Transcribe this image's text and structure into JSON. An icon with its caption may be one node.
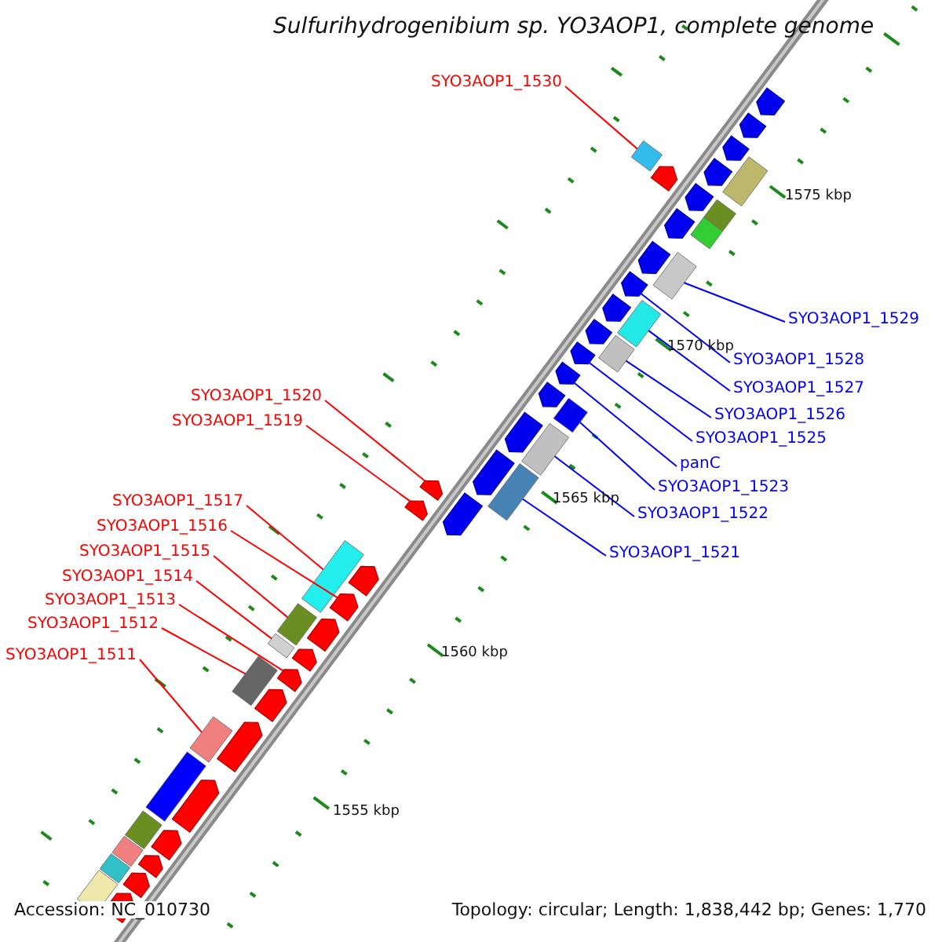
{
  "diagram": {
    "title": "Sulfurihydrogenibium sp. YO3AOP1, complete genome",
    "nodes": [
      {
        "text": [
          "SYO3AOP1_1530"
        ]
      },
      {
        "text": [
          "SYO3AOP1_1529"
        ]
      },
      {
        "text": [
          "SYO3AOP1_1528"
        ]
      },
      {
        "text": [
          "SYO3AOP1_1527"
        ]
      },
      {
        "text": [
          "SYO3AOP1_1520"
        ]
      },
      {
        "text": [
          "SYO3AOP1_1526"
        ]
      },
      {
        "text": [
          "SYO3AOP1_1519"
        ]
      },
      {
        "text": [
          "SYO3AOP1_1525"
        ]
      },
      {
        "text": [
          "panC"
        ]
      },
      {
        "text": [
          "SYO3AOP1_1523"
        ]
      },
      {
        "text": [
          "SYO3AOP1_1517"
        ]
      },
      {
        "text": [
          "SYO3AOP1_1522"
        ]
      },
      {
        "text": [
          "SYO3AOP1_1516"
        ]
      },
      {
        "text": [
          "SYO3AOP1_1515"
        ]
      },
      {
        "text": [
          "SYO3AOP1_1521"
        ]
      },
      {
        "text": [
          "SYO3AOP1_1514"
        ]
      },
      {
        "text": [
          "SYO3AOP1_1513"
        ]
      },
      {
        "text": [
          "SYO3AOP1_1512"
        ]
      },
      {
        "text": [
          "SYO3AOP1_1511"
        ]
      },
      {
        "text": [],
        "shape": "bar"
      },
      {
        "text": [],
        "shape": "bar"
      },
      {
        "text": [],
        "shape": "bar"
      },
      {
        "text": [],
        "shape": "bar"
      },
      {
        "text": [],
        "shape": "bar"
      },
      {
        "text": [],
        "shape": "bar"
      },
      {
        "text": [],
        "shape": "bar"
      },
      {
        "text": [],
        "shape": "bar"
      },
      {
        "text": [],
        "shape": "bar"
      },
      {
        "text": [],
        "shape": "bar"
      },
      {
        "text": [],
        "shape": "bar"
      },
      {
        "text": [],
        "shape": "bar"
      },
      {
        "text": [],
        "shape": "bar"
      },
      {
        "text": [],
        "shape": "bar"
      },
      {
        "text": [],
        "shape": "bar"
      },
      {
        "text": [],
        "shape": "bar"
      },
      {
        "text": [],
        "shape": "bar"
      },
      {
        "text": [],
        "shape": "bar"
      },
      {
        "text": [],
        "shape": "bar"
      },
      {
        "text": [],
        "shape": "bar"
      },
      {
        "text": [],
        "shape": "bar"
      },
      {
        "text": [],
        "shape": "bar"
      },
      {
        "text": [],
        "shape": "bar"
      },
      {
        "text": [],
        "shape": "bar"
      },
      {
        "text": [],
        "shape": "bar"
      },
      {
        "text": [],
        "shape": "bar"
      },
      {
        "text": [],
        "shape": "bar"
      },
      {
        "text": [],
        "shape": "bar"
      },
      {
        "text": [],
        "shape": "bar"
      },
      {
        "text": [],
        "shape": "bar"
      },
      {
        "text": [],
        "shape": "bar"
      }
    ],
    "edges": [
      {
        "from": 0,
        "to": 19,
        "arrow": "none"
      },
      {
        "from": 1,
        "to": 20,
        "arrow": "none",
        "color": "#0000ff"
      },
      {
        "from": 2,
        "to": 21,
        "arrow": "none",
        "color": "#0000ff"
      },
      {
        "from": 3,
        "to": 22,
        "arrow": "none",
        "color": "#0000ff"
      },
      {
        "from": 4,
        "to": 23,
        "arrow": "none"
      },
      {
        "from": 5,
        "to": 24,
        "arrow": "none",
        "color": "#0000ff"
      },
      {
        "from": 6,
        "to": 25,
        "arrow": "none"
      },
      {
        "from": 7,
        "to": 26,
        "arrow": "none",
        "color": "#0000ff"
      },
      {
        "from": 8,
        "to": 27,
        "arrow": "none",
        "color": "#0000ff"
      },
      {
        "from": 9,
        "to": 28,
        "arrow": "none",
        "color": "#0000ff"
      },
      {
        "from": 10,
        "to": 29,
        "arrow": "none"
      },
      {
        "from": 11,
        "to": 30,
        "arrow": "none",
        "color": "#0000ff"
      },
      {
        "from": 12,
        "to": 31,
        "arrow": "none"
      },
      {
        "from": 13,
        "to": 32,
        "arrow": "none"
      },
      {
        "from": 14,
        "to": 33,
        "arrow": "none",
        "color": "#0000ff"
      },
      {
        "from": 15,
        "to": 34,
        "arrow": "none"
      },
      {
        "from": 16,
        "to": 35,
        "arrow": "none"
      },
      {
        "from": 17,
        "to": 36,
        "arrow": "none"
      },
      {
        "from": 18,
        "to": 37,
        "arrow": "none"
      }
    ],
    "labels": [
      "1575 kbp",
      "1570 kbp",
      "1565 kbp",
      "1560 kbp",
      "1555 kbp",
      "Accession: NC_010730",
      "Topology: circular; Length: 1,838,442 bp; Genes: 1,770"
    ]
  }
}
